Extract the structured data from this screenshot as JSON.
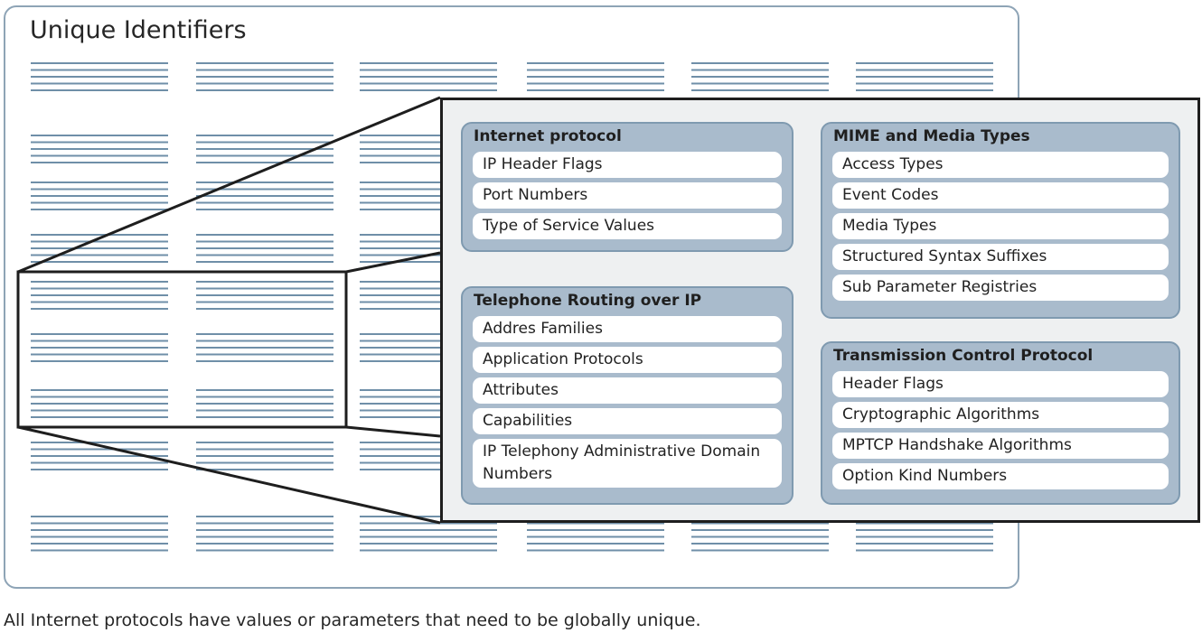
{
  "diagram": {
    "title": "Unique Identifiers",
    "caption": "All Internet protocols have values or parameters that need to be globally unique.",
    "colors": {
      "frame_border": "#8ea4b6",
      "stripe": "#6f8fa8",
      "zoom_border": "#1e1e1e",
      "panel_bg": "#eef0f1",
      "group_bg": "#a9bbcc",
      "group_border": "#7f9ab0",
      "item_bg": "#ffffff"
    },
    "groups": [
      {
        "title": "Internet protocol",
        "items": [
          "IP Header Flags",
          "Port Numbers",
          "Type of Service Values"
        ]
      },
      {
        "title": "Telephone Routing over IP",
        "items": [
          "Addres Families",
          "Application Protocols",
          "Attributes",
          "Capabilities",
          "IP Telephony Administrative Domain Numbers"
        ]
      },
      {
        "title": "MIME and Media Types",
        "items": [
          "Access Types",
          "Event Codes",
          "Media Types",
          "Structured Syntax Suffixes",
          "Sub Parameter Registries"
        ]
      },
      {
        "title": "Transmission Control Protocol",
        "items": [
          "Header Flags",
          "Cryptographic Algorithms",
          "MPTCP Handshake Algorithms",
          "Option Kind Numbers"
        ]
      }
    ]
  }
}
